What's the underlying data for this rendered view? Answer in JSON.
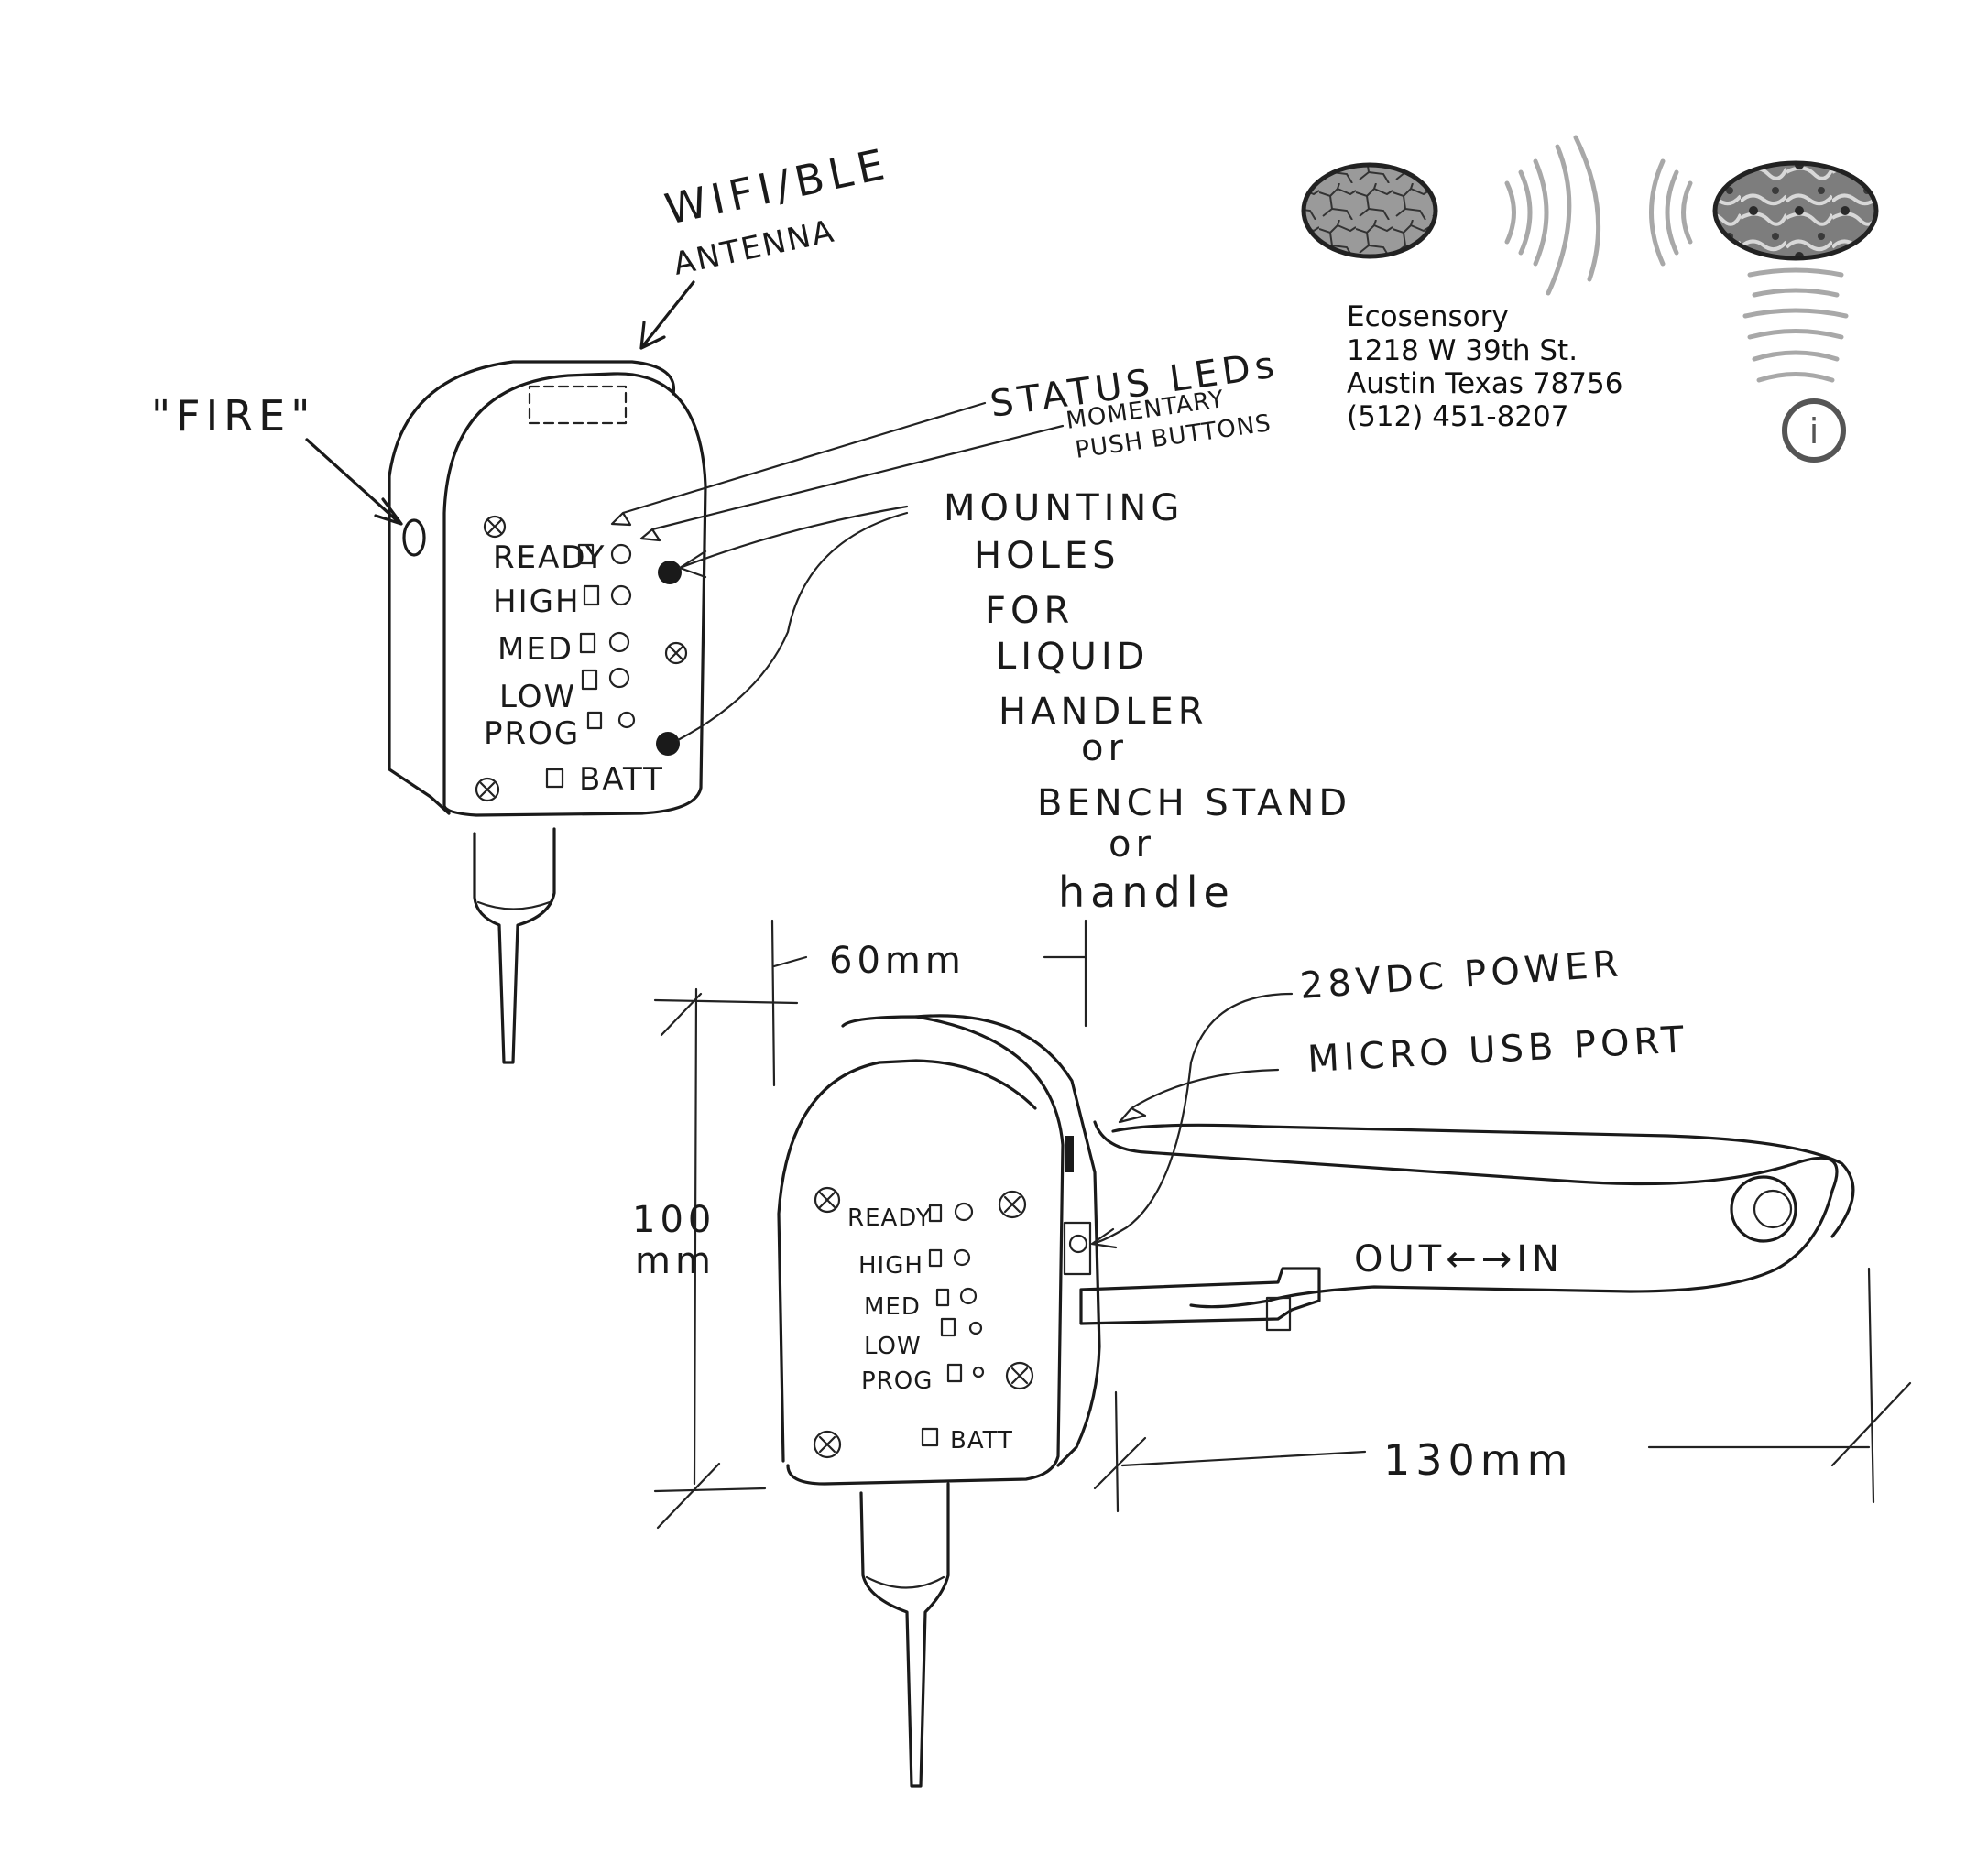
{
  "logo": {
    "company": "Ecosensory",
    "address_line1": "1218 W 39th St.",
    "address_line2": "Austin Texas 78756",
    "phone": "(512) 451-8207",
    "logo_mark": "i"
  },
  "front_view": {
    "fire_label": "\"FIRE\"",
    "antenna_label_line1": "WIFI/BLE",
    "antenna_label_line2": "ANTENNA",
    "status_leds_label": "STATUS LEDs",
    "push_buttons_label_line1": "MOMENTARY",
    "push_buttons_label_line2": "PUSH BUTTONS",
    "mounting_label": [
      "MOUNTING",
      "HOLES",
      "FOR",
      "LIQUID",
      "HANDLER",
      "or",
      "BENCH STAND",
      "or",
      "handle"
    ],
    "panel_rows": [
      "READY",
      "HIGH",
      "MED",
      "LOW",
      "PROG"
    ],
    "batt_label": "BATT"
  },
  "side_view": {
    "width_dim": "60mm",
    "height_dim_line1": "100",
    "height_dim_line2": "mm",
    "length_dim": "130mm",
    "power_label": "28VDC POWER",
    "usb_label": "MICRO USB PORT",
    "slide_label": "OUT←→IN",
    "panel_rows": [
      "READY",
      "HIGH",
      "MED",
      "LOW",
      "PROG"
    ],
    "batt_label": "BATT"
  },
  "colors": {
    "ink": "#1a1a1a",
    "logo_gray": "#8a8a8a"
  }
}
